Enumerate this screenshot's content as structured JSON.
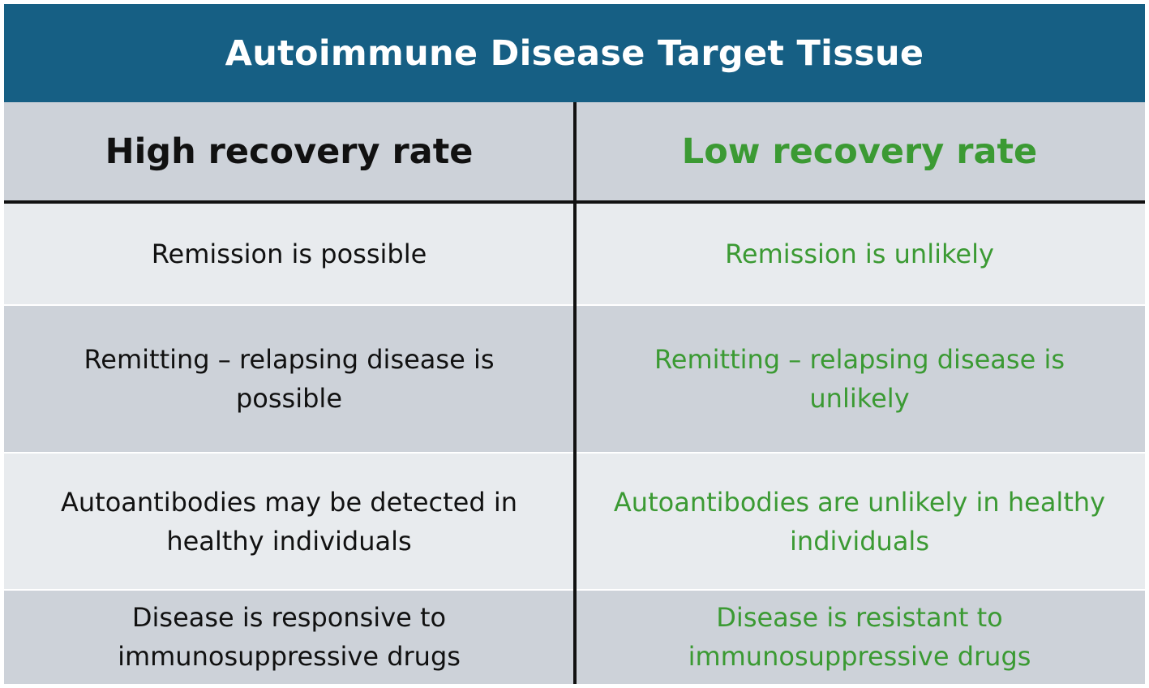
{
  "title": "Autoimmune Disease Target Tissue",
  "columns": {
    "left_header": "High recovery rate",
    "right_header": "Low recovery rate"
  },
  "rows": [
    {
      "left": "Remission is possible",
      "right": "Remission is unlikely"
    },
    {
      "left": "Remitting – relapsing disease is possible",
      "right": "Remitting – relapsing disease is unlikely"
    },
    {
      "left": "Autoantibodies may be detected in healthy individuals",
      "right": "Autoantibodies are unlikely in healthy individuals"
    },
    {
      "left": "Disease is responsive to immunosuppressive drugs",
      "right": "Disease is resistant to immunosuppressive drugs"
    }
  ],
  "colors": {
    "title_bar": "#165f84",
    "left_text": "#111111",
    "right_text": "#3b9a33",
    "row_dark": "#cdd2d9",
    "row_light": "#e8ebee"
  }
}
